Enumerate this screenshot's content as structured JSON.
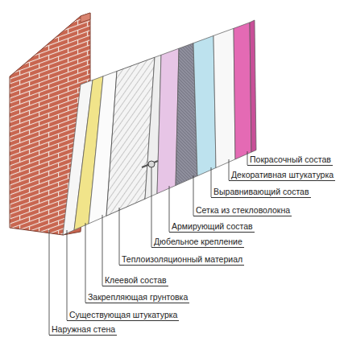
{
  "diagram": {
    "labels": [
      "Покрасочный состав",
      "Декоративная штукатурка",
      "Выравнивающий состав",
      "Сетка из стекловолокна",
      "Армирующий состав",
      "Дюбельное крепление",
      "Теплоизоляционный материал",
      "Клеевой состав",
      "Закрепляющая грунтовка",
      "Существующая штукатурка",
      "Наружная стена"
    ]
  }
}
